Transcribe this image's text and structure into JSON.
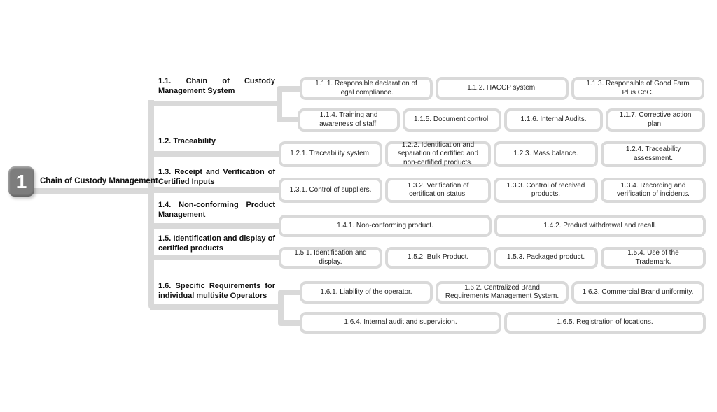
{
  "root": {
    "badge_number": "1",
    "title": "Chain of Custody Management"
  },
  "sections": [
    {
      "label": "1.1. Chain of Custody Management System",
      "items": [
        "1.1.1. Responsible declaration of legal compliance.",
        "1.1.2. HACCP system.",
        "1.1.3. Responsible of Good Farm Plus CoC.",
        "1.1.4. Training and awareness of staff.",
        "1.1.5. Document control.",
        "1.1.6. Internal Audits.",
        "1.1.7. Corrective action plan."
      ]
    },
    {
      "label": "1.2. Traceability",
      "items": [
        "1.2.1. Traceability system.",
        "1.2.2. Identification and separation of certified and non-certified products.",
        "1.2.3. Mass balance.",
        "1.2.4. Traceability assessment."
      ]
    },
    {
      "label": "1.3. Receipt and Verification of Certified Inputs",
      "items": [
        "1.3.1. Control of suppliers.",
        "1.3.2. Verification of certification status.",
        "1.3.3. Control of received products.",
        "1.3.4. Recording and verification of incidents."
      ]
    },
    {
      "label": "1.4. Non-conforming Product Management",
      "items": [
        "1.4.1. Non-conforming product.",
        "1.4.2. Product withdrawal and recall."
      ]
    },
    {
      "label": "1.5. Identification and display of certified products",
      "items": [
        "1.5.1. Identification and display.",
        "1.5.2. Bulk Product.",
        "1.5.3. Packaged product.",
        "1.5.4. Use of the Trademark."
      ]
    },
    {
      "label": "1.6. Specific Requirements for individual multisite Operators",
      "items": [
        "1.6.1. Liability of the operator.",
        "1.6.2. Centralized Brand Requirements Management System.",
        "1.6.3. Commercial Brand uniformity.",
        "1.6.4. Internal audit and supervision.",
        "1.6.5. Registration of locations."
      ]
    }
  ],
  "colors": {
    "connector": "#d9d9d9",
    "badge": "#7d7d7d",
    "text": "#262626"
  }
}
